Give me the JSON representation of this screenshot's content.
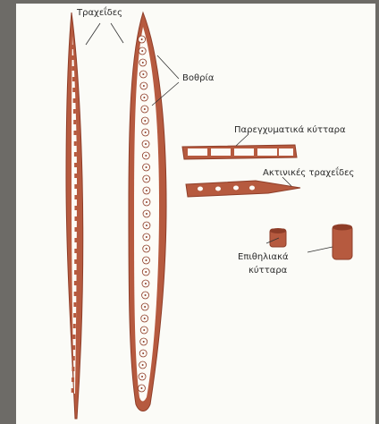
{
  "labels": {
    "tracheids": "Τραχεΐδες",
    "pits": "Βοθρία",
    "parenchyma": "Παρεγχυματικά κύτταρα",
    "ray_tracheids": "Ακτινικές τραχεΐδες",
    "epithelial_line1": "Επιθηλιακά",
    "epithelial_line2": "κύτταρα"
  },
  "colors": {
    "cell_wall": "#b65a3f",
    "cell_wall_dark": "#8e3d28",
    "lumen": "#fdfcf7",
    "background": "#6d6b67",
    "paper": "#fbfbf7"
  }
}
